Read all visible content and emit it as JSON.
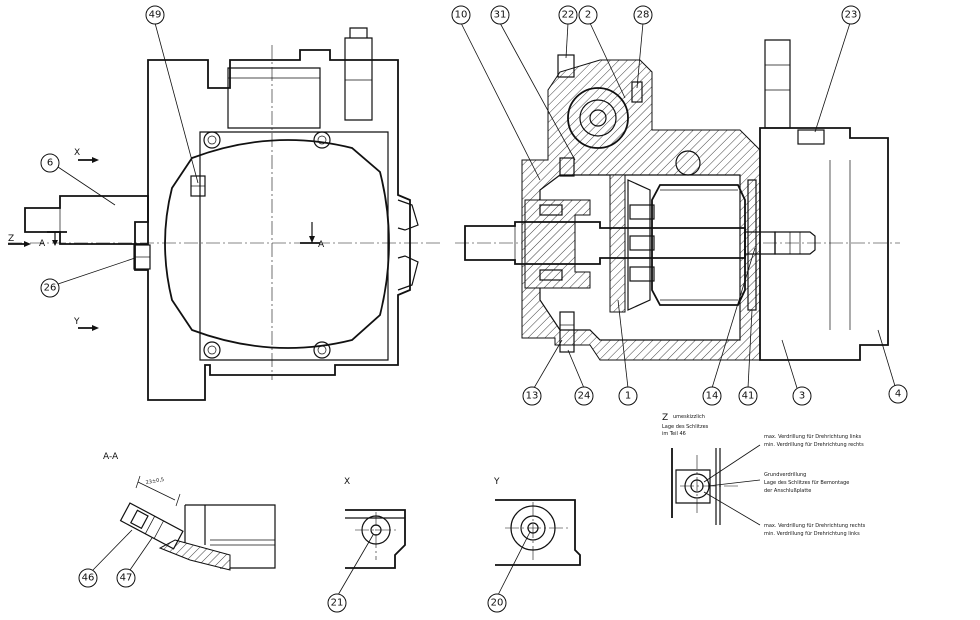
{
  "callouts": {
    "c49": "49",
    "c6": "6",
    "c26": "26",
    "c10": "10",
    "c31": "31",
    "c22": "22",
    "c2": "2",
    "c28": "28",
    "c23": "23",
    "c13": "13",
    "c24": "24",
    "c1": "1",
    "c14": "14",
    "c41": "41",
    "c3": "3",
    "c4": "4",
    "c46": "46",
    "c47": "47",
    "c21": "21",
    "c20": "20"
  },
  "view_markers": {
    "x": "X",
    "y": "Y",
    "z": "Z",
    "a_left": "A",
    "a_right": "A"
  },
  "section_titles": {
    "aa": "A-A",
    "x": "X",
    "y": "Y"
  },
  "dimension": "23±0,5",
  "detail_z": {
    "letter": "Z",
    "caption": "umeskizzlich",
    "sub1": "Lage des Schlitzes",
    "sub2": "im Teil 46",
    "note_top_1": "max. Verdrillung für Drehrichtung links",
    "note_top_2": "min. Verdrillung für Drehrichtung rechts",
    "note_mid_1": "Grundverdrillung",
    "note_mid_2": "Lage des Schlitzes für Bemontage",
    "note_mid_3": "der Anschlußplatte",
    "note_bot_1": "max. Verdrillung für Drehrichtung rechts",
    "note_bot_2": "min. Verdrillung für Drehrichtung links"
  }
}
